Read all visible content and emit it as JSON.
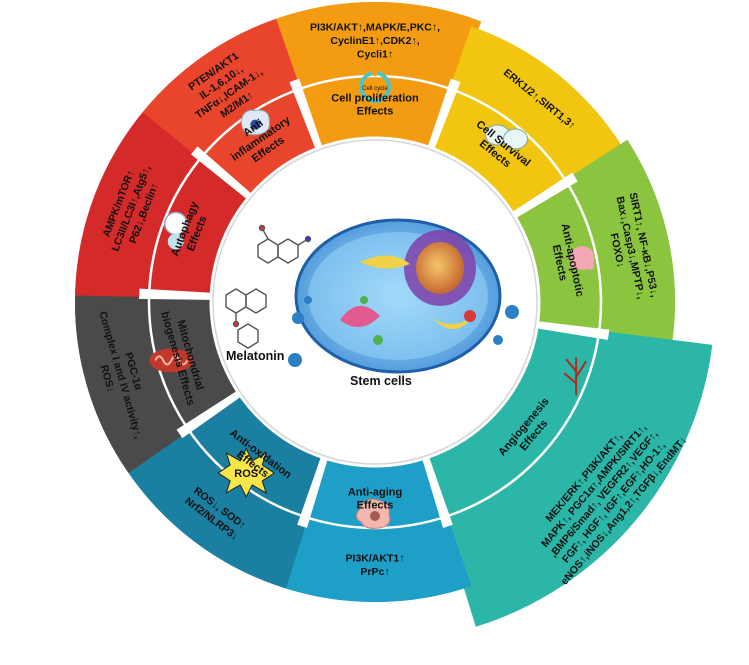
{
  "center": {
    "melatonin_label": "Melatonin",
    "stem_cells_label": "Stem cells"
  },
  "segments": [
    {
      "id": "cell-proliferation",
      "color": "#F39C12",
      "effect_lines": [
        "Cell proliferation",
        "Effects"
      ],
      "marker_lines": [
        "PI3K/AKT↑,MAPK/E,PKC↑,",
        "CyclinE1↑,CDK2↑,",
        "Cycli1↑"
      ],
      "icon_text": "Cell cycle"
    },
    {
      "id": "cell-survival",
      "color": "#F2C511",
      "effect_lines": [
        "Cell Survival",
        "Effects"
      ],
      "marker_lines": [
        "ERK1/2↑,SIRT1,3↑"
      ]
    },
    {
      "id": "anti-apoptotic",
      "color": "#8BC53F",
      "effect_lines": [
        "Anti-apoptotic",
        "Effects"
      ],
      "marker_lines": [
        "SIRT1↑, NF-κB↓,P53↓,",
        "Bax↓,Casp3↓,MPTP↓,",
        "FOXO↓"
      ]
    },
    {
      "id": "angiogenesis",
      "color": "#2BB6A8",
      "effect_lines": [
        "Angiogenesis",
        "Effects"
      ],
      "marker_lines": [
        "MEK/ERK↑,PI3K/AKT↑,",
        "MAPK↑, PGC1α↑,AMPK/SIRT1↑,",
        ",BMP6/Smad↑, VEGFR2↑,VEGF↑,",
        "FGF↑, HGF↑, IGF↑,EGF↑,HO-1↑,",
        "eNOS↑,iNOS↓,Ang1,2↑,TGFβ↓,EndMT↓"
      ]
    },
    {
      "id": "anti-aging",
      "color": "#1E9FC8",
      "effect_lines": [
        "Anti-aging",
        "Effects"
      ],
      "marker_lines": [
        "PI3K/AKT1↑",
        "PrPc↑"
      ]
    },
    {
      "id": "anti-oxidation",
      "color": "#1A7FA0",
      "effect_lines": [
        "Anti-oxidation",
        "Effects"
      ],
      "marker_lines": [
        "ROS↓, SOD↑",
        "Nrf2/NLRP3↓"
      ],
      "icon_text": "ROS"
    },
    {
      "id": "mitochondrial-biogenesis",
      "color": "#4A4A4A",
      "effect_lines": [
        "Mitochondrial",
        "biogenesis Effects"
      ],
      "marker_lines": [
        "PGC-1α",
        "Complex I and IV activity↑,",
        "ROS↓"
      ]
    },
    {
      "id": "autophagy",
      "color": "#D42A2A",
      "effect_lines": [
        "Autophagy",
        "Effects"
      ],
      "marker_lines": [
        "AMPK/mTOR↑",
        "LC3II/LC3I↑,Atg5↑,",
        "P62↓,Beclin↑"
      ]
    },
    {
      "id": "anti-inflammatory",
      "color": "#E8452C",
      "effect_lines": [
        "Anti",
        "inflammatory",
        "Effects"
      ],
      "marker_lines": [
        "PTEN/AKT1",
        "IL-1,6,10↓,",
        "TNFα↓,ICAM-1↓,",
        "M2/M1↑"
      ]
    }
  ]
}
